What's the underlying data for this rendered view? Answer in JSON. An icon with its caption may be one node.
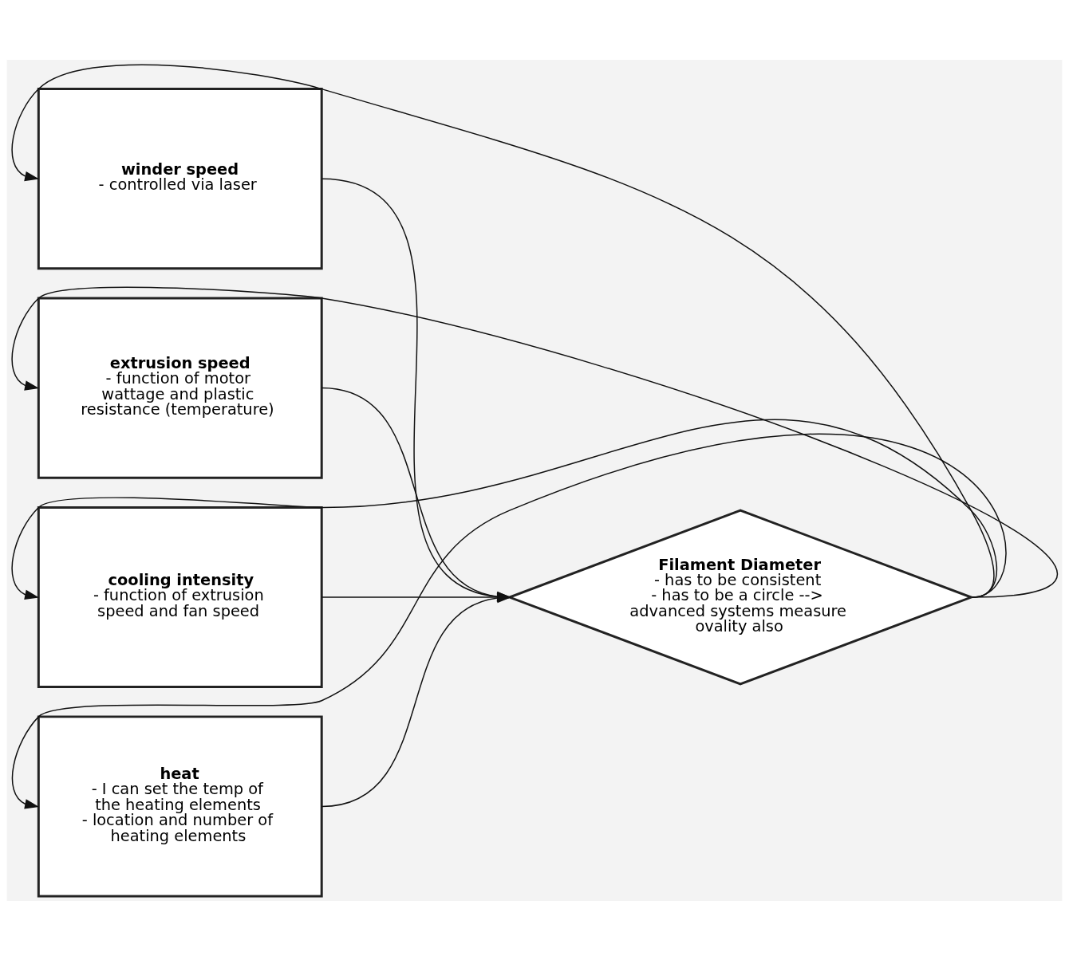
{
  "diagram": {
    "nodes": [
      {
        "text": [
          "winder speed",
          "- controlled via laser"
        ]
      },
      {
        "text": [
          "extrusion speed",
          "- function of motor wattage and plastic resistance (temperature)"
        ]
      },
      {
        "text": [
          "cooling intensity",
          "- function of extrusion speed and fan speed"
        ]
      },
      {
        "text": [
          "heat",
          "- I can set the temp of the heating elements",
          "- location and number of heating elements"
        ]
      },
      {
        "text": [
          "Filament Diameter",
          "- has to be consistent",
          "- has to be a circle --> advanced systems measure ovality also"
        ]
      }
    ],
    "edges": [
      {
        "from": 0,
        "to": 4,
        "arrow": "to"
      },
      {
        "from": 1,
        "to": 4,
        "arrow": "to"
      },
      {
        "from": 2,
        "to": 4,
        "arrow": "to"
      },
      {
        "from": 3,
        "to": 4,
        "arrow": "to"
      },
      {
        "from": 4,
        "to": 0,
        "arrow": "to"
      },
      {
        "from": 4,
        "to": 1,
        "arrow": "to"
      },
      {
        "from": 4,
        "to": 2,
        "arrow": "to"
      },
      {
        "from": 4,
        "to": 3,
        "arrow": "to"
      }
    ]
  }
}
